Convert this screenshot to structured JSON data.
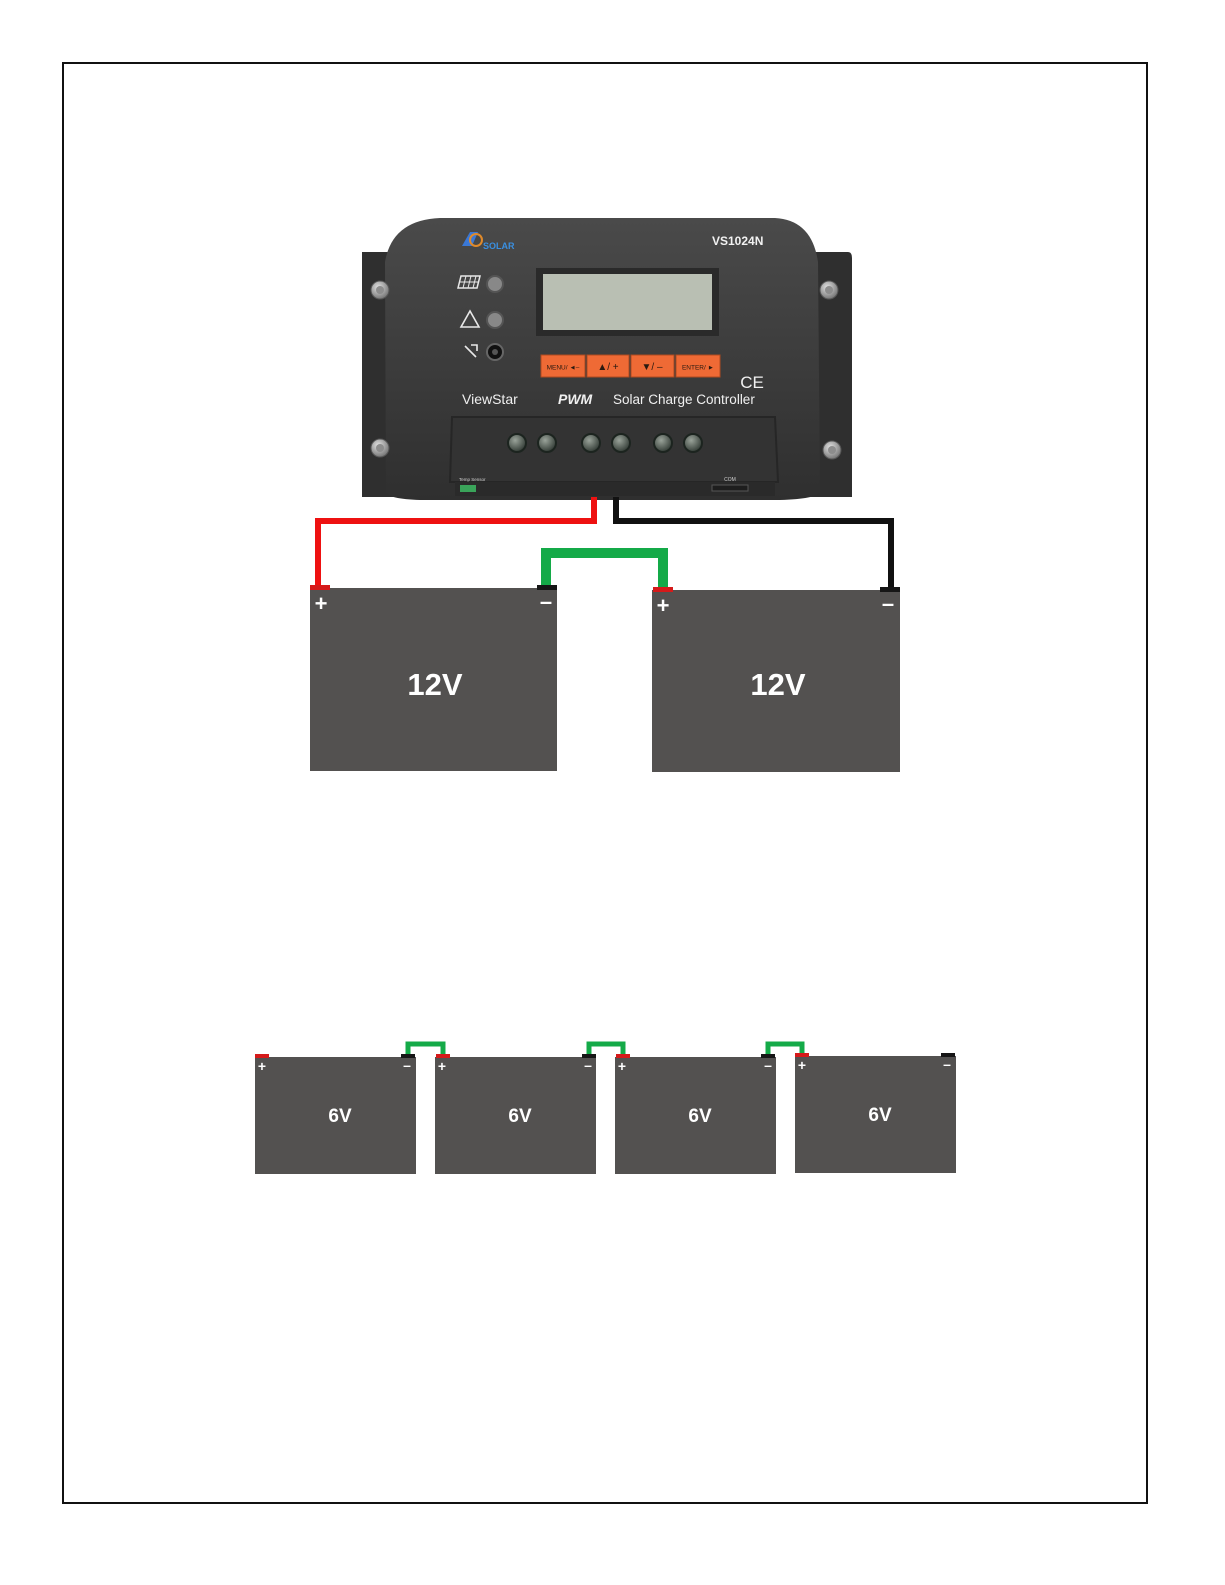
{
  "controller": {
    "logo_text": "SOLAR",
    "model": "VS1024N",
    "brand": "ViewStar",
    "pwm_label": "PWM",
    "title": "Solar Charge Controller",
    "ce_mark": "CE",
    "buttons": [
      {
        "label": "MENU/ ◄–",
        "icon": "menu-left-icon"
      },
      {
        "label": "▲/ +",
        "icon": "up-plus-icon"
      },
      {
        "label": "▼/ –",
        "icon": "down-minus-icon"
      },
      {
        "label": "ENTER/ ►",
        "icon": "enter-right-icon"
      }
    ],
    "indicator_icons": [
      "solar-panel-icon",
      "warning-icon",
      "load-icon"
    ],
    "bottom_port_labels": [
      "Temp Sensor",
      "COM"
    ]
  },
  "diagram_12v": {
    "batteries": [
      {
        "label": "12V",
        "plus": "+",
        "minus": "–"
      },
      {
        "label": "12V",
        "plus": "+",
        "minus": "–"
      }
    ],
    "wire_colors": {
      "positive": "#ee1111",
      "negative": "#111111",
      "link": "#14aa48"
    }
  },
  "diagram_6v": {
    "batteries": [
      {
        "label": "6V",
        "plus": "+",
        "minus": "–"
      },
      {
        "label": "6V",
        "plus": "+",
        "minus": "–"
      },
      {
        "label": "6V",
        "plus": "+",
        "minus": "–"
      },
      {
        "label": "6V",
        "plus": "+",
        "minus": "–"
      }
    ]
  },
  "colors": {
    "battery_body": "#535150",
    "controller_body": "#3f3f3f",
    "lcd": "#b9bfb3",
    "button_orange": "#ef6a35",
    "terminal_red": "#d51a1a",
    "terminal_black": "#161616"
  }
}
